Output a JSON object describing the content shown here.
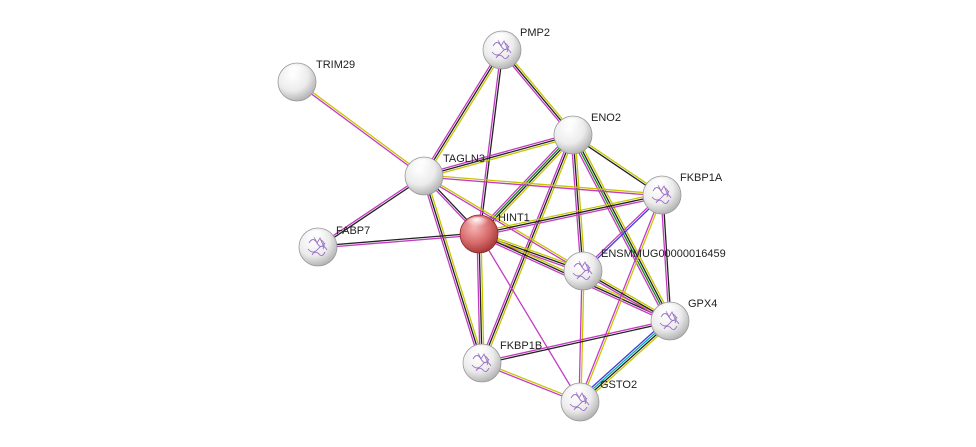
{
  "network": {
    "nodes": [
      {
        "id": "PMP2",
        "label": "PMP2",
        "color": "white",
        "structure": true
      },
      {
        "id": "TRIM29",
        "label": "TRIM29",
        "color": "white",
        "structure": false
      },
      {
        "id": "ENO2",
        "label": "ENO2",
        "color": "white",
        "structure": false
      },
      {
        "id": "TAGLN3",
        "label": "TAGLN3",
        "color": "white",
        "structure": false
      },
      {
        "id": "FKBP1A",
        "label": "FKBP1A",
        "color": "white",
        "structure": true
      },
      {
        "id": "HINT1",
        "label": "HINT1",
        "color": "red",
        "structure": false
      },
      {
        "id": "FABP7",
        "label": "FABP7",
        "color": "white",
        "structure": true
      },
      {
        "id": "ENSMMUG00000016459",
        "label": "ENSMMUG00000016459",
        "color": "white",
        "structure": true
      },
      {
        "id": "GPX4",
        "label": "GPX4",
        "color": "white",
        "structure": true
      },
      {
        "id": "FKBP1B",
        "label": "FKBP1B",
        "color": "white",
        "structure": true
      },
      {
        "id": "GSTO2",
        "label": "GSTO2",
        "color": "white",
        "structure": true
      }
    ],
    "edge_colors": {
      "textmining": "#c6c600",
      "coexpression": "#222222",
      "database": "#00b0b0",
      "experiments": "#c33bc3",
      "neighborhood": "#1a8a1a",
      "homology": "#3b3bd9"
    },
    "edges": [
      {
        "source": "TRIM29",
        "target": "TAGLN3",
        "evidence": [
          "textmining",
          "experiments"
        ]
      },
      {
        "source": "PMP2",
        "target": "TAGLN3",
        "evidence": [
          "textmining",
          "coexpression",
          "experiments"
        ]
      },
      {
        "source": "PMP2",
        "target": "HINT1",
        "evidence": [
          "coexpression",
          "experiments"
        ]
      },
      {
        "source": "PMP2",
        "target": "ENO2",
        "evidence": [
          "textmining",
          "coexpression",
          "experiments"
        ]
      },
      {
        "source": "ENO2",
        "target": "TAGLN3",
        "evidence": [
          "textmining",
          "coexpression",
          "experiments"
        ]
      },
      {
        "source": "ENO2",
        "target": "HINT1",
        "evidence": [
          "textmining",
          "coexpression",
          "neighborhood",
          "experiments"
        ]
      },
      {
        "source": "ENO2",
        "target": "FKBP1A",
        "evidence": [
          "textmining",
          "coexpression"
        ]
      },
      {
        "source": "ENO2",
        "target": "ENSMMUG00000016459",
        "evidence": [
          "textmining",
          "coexpression",
          "experiments"
        ]
      },
      {
        "source": "ENO2",
        "target": "GPX4",
        "evidence": [
          "textmining",
          "coexpression",
          "neighborhood",
          "experiments"
        ]
      },
      {
        "source": "ENO2",
        "target": "FKBP1B",
        "evidence": [
          "textmining",
          "coexpression",
          "experiments"
        ]
      },
      {
        "source": "TAGLN3",
        "target": "FABP7",
        "evidence": [
          "coexpression",
          "experiments"
        ]
      },
      {
        "source": "TAGLN3",
        "target": "HINT1",
        "evidence": [
          "coexpression",
          "experiments"
        ]
      },
      {
        "source": "TAGLN3",
        "target": "FKBP1A",
        "evidence": [
          "textmining",
          "experiments"
        ]
      },
      {
        "source": "TAGLN3",
        "target": "ENSMMUG00000016459",
        "evidence": [
          "textmining",
          "experiments"
        ]
      },
      {
        "source": "TAGLN3",
        "target": "FKBP1B",
        "evidence": [
          "textmining",
          "coexpression",
          "experiments"
        ]
      },
      {
        "source": "FABP7",
        "target": "HINT1",
        "evidence": [
          "coexpression",
          "experiments"
        ]
      },
      {
        "source": "HINT1",
        "target": "FKBP1A",
        "evidence": [
          "textmining",
          "coexpression",
          "experiments"
        ]
      },
      {
        "source": "HINT1",
        "target": "ENSMMUG00000016459",
        "evidence": [
          "textmining",
          "coexpression",
          "experiments"
        ]
      },
      {
        "source": "HINT1",
        "target": "GPX4",
        "evidence": [
          "textmining",
          "coexpression",
          "experiments"
        ]
      },
      {
        "source": "HINT1",
        "target": "FKBP1B",
        "evidence": [
          "textmining",
          "coexpression",
          "experiments"
        ]
      },
      {
        "source": "HINT1",
        "target": "GSTO2",
        "evidence": [
          "experiments"
        ]
      },
      {
        "source": "FKBP1A",
        "target": "ENSMMUG00000016459",
        "evidence": [
          "homology",
          "experiments"
        ]
      },
      {
        "source": "FKBP1A",
        "target": "GPX4",
        "evidence": [
          "coexpression",
          "experiments"
        ]
      },
      {
        "source": "FKBP1A",
        "target": "GSTO2",
        "evidence": [
          "textmining",
          "experiments"
        ]
      },
      {
        "source": "ENSMMUG00000016459",
        "target": "GPX4",
        "evidence": [
          "textmining",
          "coexpression",
          "experiments"
        ]
      },
      {
        "source": "ENSMMUG00000016459",
        "target": "GSTO2",
        "evidence": [
          "textmining",
          "experiments"
        ]
      },
      {
        "source": "GPX4",
        "target": "FKBP1B",
        "evidence": [
          "coexpression",
          "experiments"
        ]
      },
      {
        "source": "GPX4",
        "target": "GSTO2",
        "evidence": [
          "textmining",
          "coexpression",
          "database",
          "homology"
        ]
      },
      {
        "source": "FKBP1B",
        "target": "GSTO2",
        "evidence": [
          "textmining",
          "experiments"
        ]
      }
    ]
  }
}
